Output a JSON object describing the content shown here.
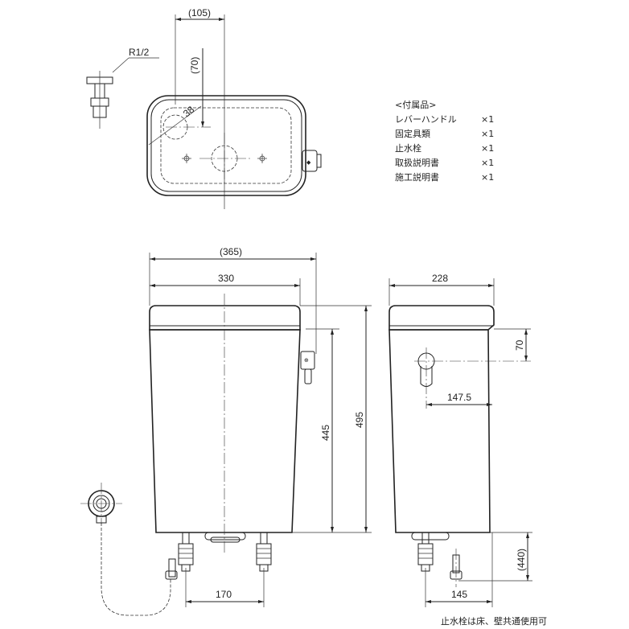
{
  "dimensions": {
    "top_width": "(105)",
    "top_depth": "(70)",
    "pipe_thread": "R1/2",
    "hole_angle": "38",
    "front_overall_width": "(365)",
    "front_body_width": "330",
    "front_height_445": "445",
    "front_height_495": "495",
    "front_bottom_pitch": "170",
    "side_width": "228",
    "side_lever_height": "70",
    "side_lever_offset": "147.5",
    "side_bottom_offset": "145",
    "side_floor_height": "(440)"
  },
  "accessories": {
    "heading": "<付属品>",
    "items": [
      {
        "name": "レバーハンドル",
        "qty": "×1"
      },
      {
        "name": "固定具類",
        "qty": "×1"
      },
      {
        "name": "止水栓",
        "qty": "×1"
      },
      {
        "name": "取扱説明書",
        "qty": "×1"
      },
      {
        "name": "施工説明書",
        "qty": "×1"
      }
    ]
  },
  "footnote": "止水栓は床、壁共通使用可"
}
